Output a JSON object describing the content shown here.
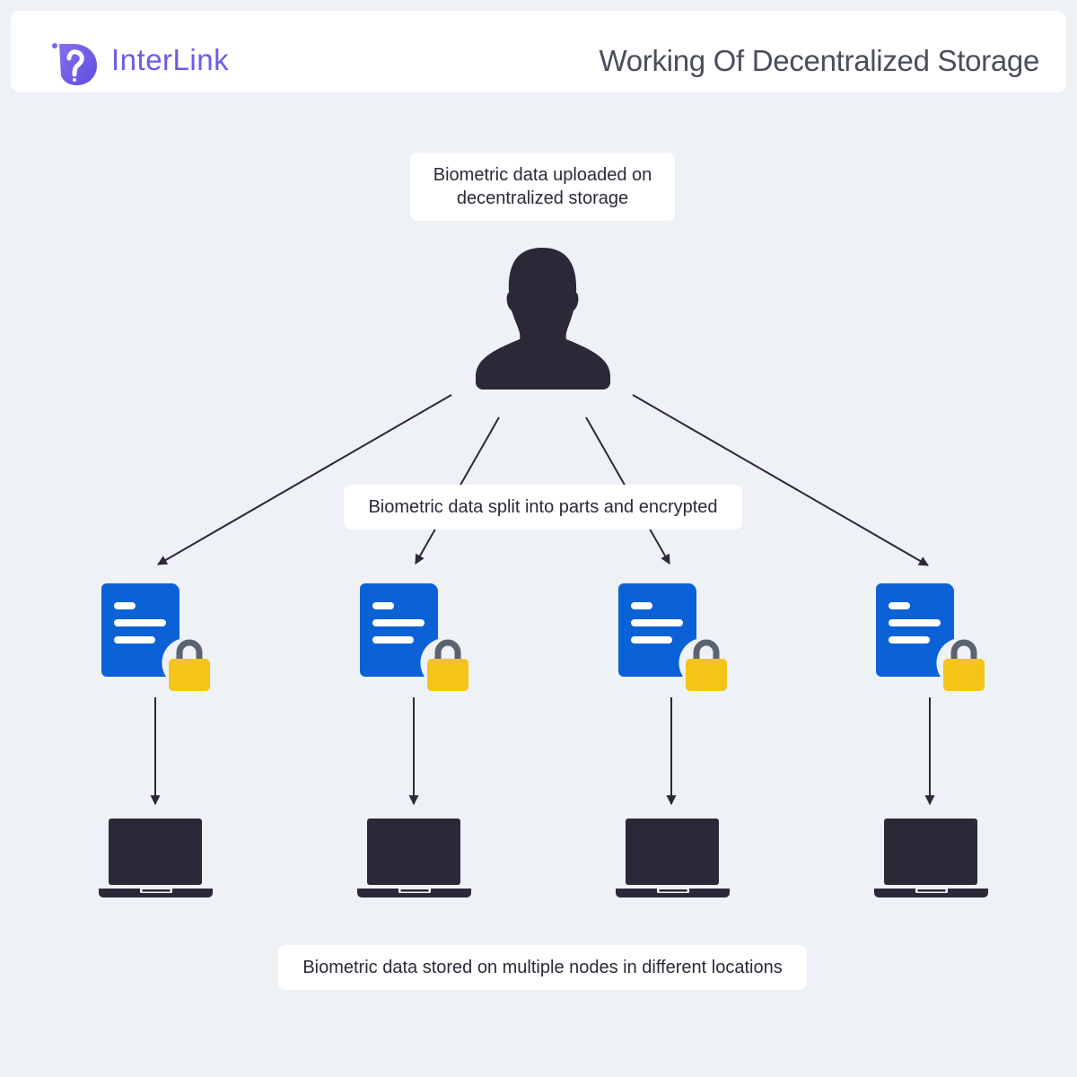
{
  "header": {
    "brand": "InterLink",
    "title": "Working Of Decentralized Storage"
  },
  "steps": {
    "upload": "Biometric data uploaded on decentralized storage",
    "split": "Biometric data split into parts and encrypted",
    "stored": "Biometric data stored on multiple nodes in different locations"
  },
  "icons": {
    "logo": "interlink-logo-icon",
    "user": "user-silhouette-icon",
    "fragment": "encrypted-document-icon",
    "node": "laptop-icon"
  },
  "colors": {
    "brand": "#6a5ce8",
    "document": "#0b62d6",
    "lock": "#f5c419",
    "shackle": "#5a6470",
    "dark": "#2d2838",
    "background": "#eef1f6"
  }
}
